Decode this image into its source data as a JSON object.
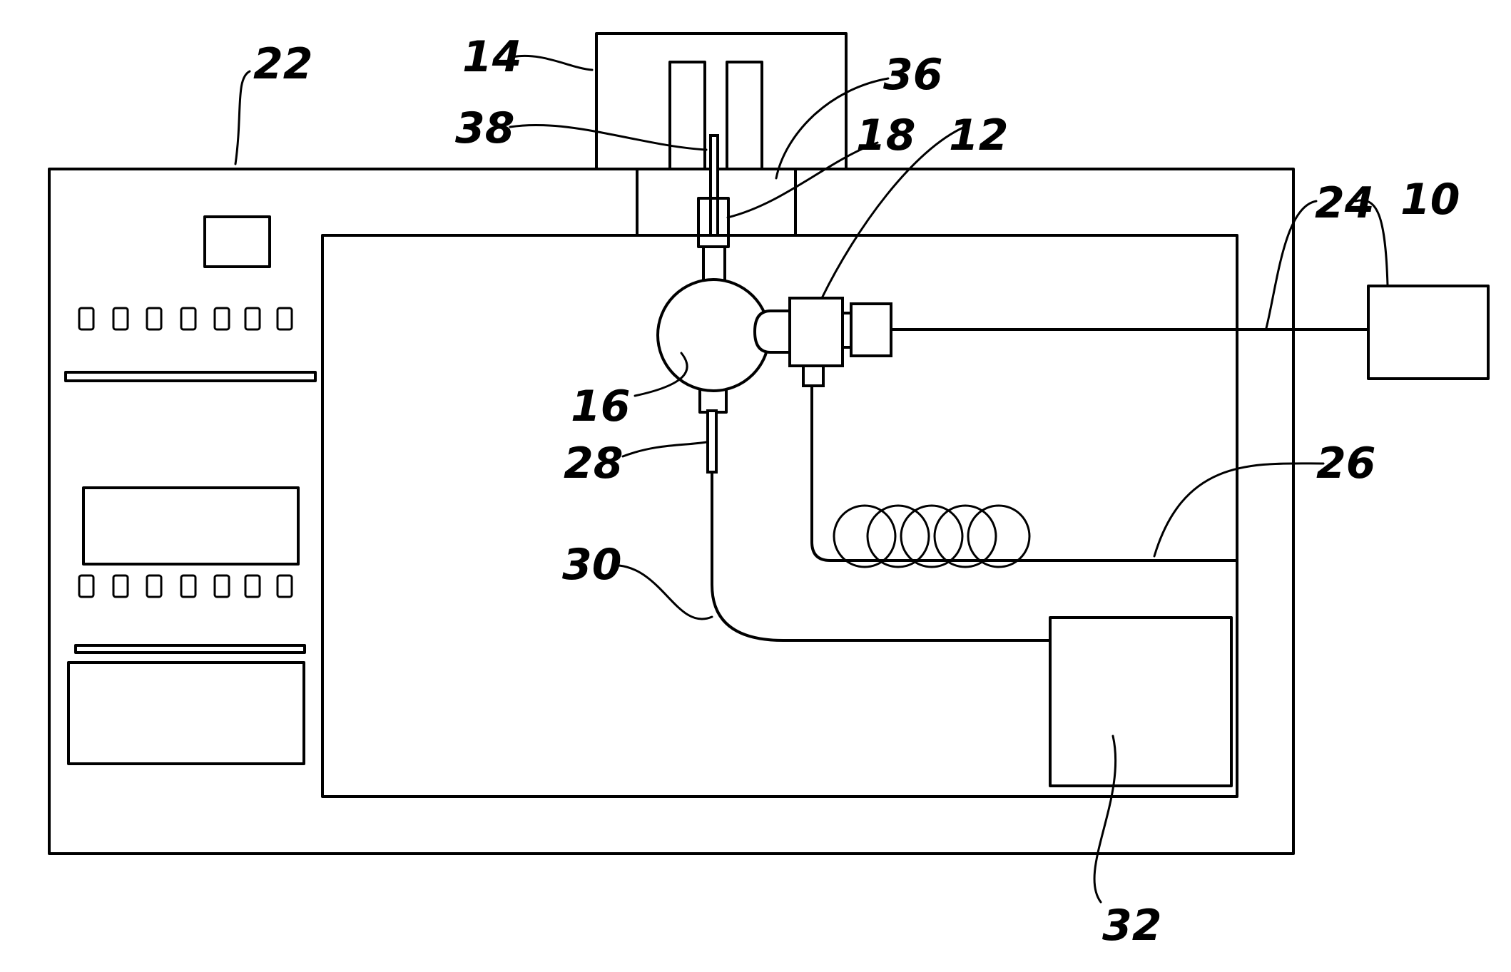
{
  "figure": {
    "labels": {
      "n10": "10",
      "n12": "12",
      "n14": "14",
      "n16": "16",
      "n18": "18",
      "n22": "22",
      "n24": "24",
      "n26": "26",
      "n28": "28",
      "n30": "30",
      "n32": "32",
      "n36": "36",
      "n38": "38"
    }
  }
}
